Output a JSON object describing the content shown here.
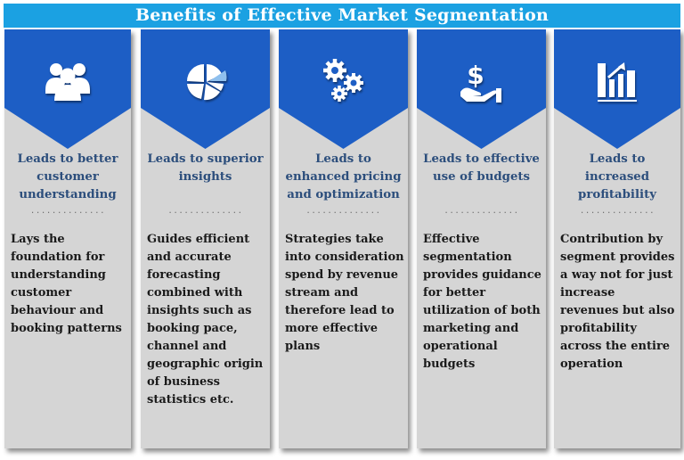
{
  "title": "Benefits of Effective Market Segmentation",
  "colors": {
    "title_bar": "#1ba1e2",
    "chevron": "#1d5ec5",
    "card": "#d5d5d5",
    "heading_text": "#2c4e7c",
    "body_text": "#1a1a1a"
  },
  "divider": "..............",
  "columns": [
    {
      "icon": "people-group-icon",
      "heading": "Leads to better customer understanding",
      "body": "Lays the foundation for understanding customer behaviour and booking patterns"
    },
    {
      "icon": "pie-chart-icon",
      "heading": "Leads to superior insights",
      "body": "Guides efficient and accurate forecasting combined with insights such as booking pace, channel and geographic origin of business statistics etc."
    },
    {
      "icon": "gears-icon",
      "heading": "Leads to enhanced pricing and optimization",
      "body": "Strategies take into consideration spend by revenue stream and therefore lead to more effective plans"
    },
    {
      "icon": "dollar-hand-icon",
      "heading": "Leads to effective use of budgets",
      "body": "Effective segmentation provides guidance for better utilization of both marketing and operational budgets"
    },
    {
      "icon": "bar-chart-growth-icon",
      "heading": "Leads to increased profitability",
      "body": "Contribution by segment provides a way not for just increase revenues but also profitability across the entire operation"
    }
  ]
}
